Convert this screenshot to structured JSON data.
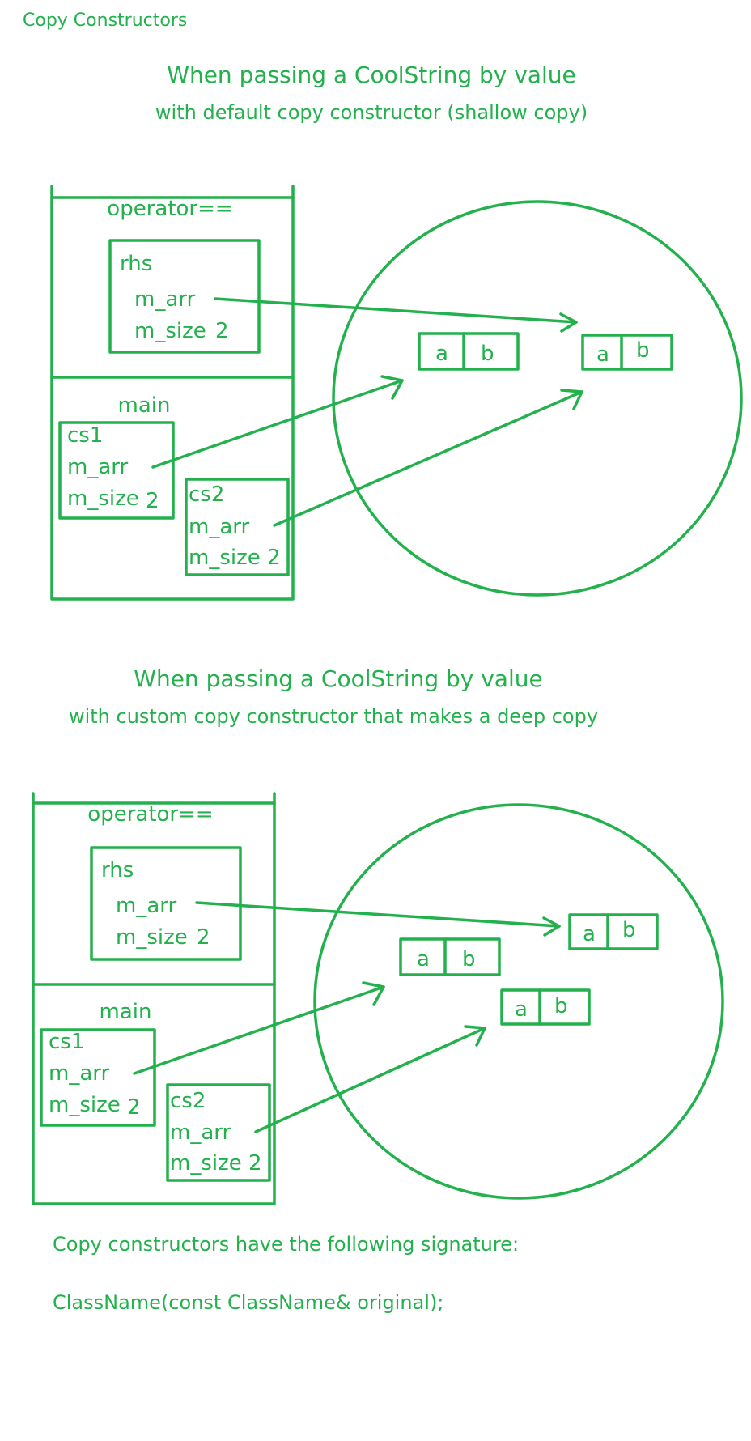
{
  "page_title": "Copy Constructors",
  "colors": {
    "ink": "#22b14c",
    "background": "#ffffff"
  },
  "diagrams": [
    {
      "heading": "When passing a CoolString by value",
      "subheading": "with default copy constructor (shallow copy)",
      "stack": {
        "operator_frame": {
          "label": "operator==",
          "object": {
            "name": "rhs",
            "field_arr": "m_arr",
            "field_size": "m_size",
            "size_value": "2"
          }
        },
        "main_frame": {
          "label": "main",
          "objects": [
            {
              "name": "cs1",
              "field_arr": "m_arr",
              "field_size": "m_size",
              "size_value": "2"
            },
            {
              "name": "cs2",
              "field_arr": "m_arr",
              "field_size": "m_size",
              "size_value": "2"
            }
          ]
        }
      },
      "heap_arrays": [
        {
          "cells": [
            "a",
            "b"
          ]
        },
        {
          "cells": [
            "a",
            "b"
          ]
        }
      ]
    },
    {
      "heading": "When passing a CoolString by value",
      "subheading": "with custom copy constructor that makes a deep copy",
      "stack": {
        "operator_frame": {
          "label": "operator==",
          "object": {
            "name": "rhs",
            "field_arr": "m_arr",
            "field_size": "m_size",
            "size_value": "2"
          }
        },
        "main_frame": {
          "label": "main",
          "objects": [
            {
              "name": "cs1",
              "field_arr": "m_arr",
              "field_size": "m_size",
              "size_value": "2"
            },
            {
              "name": "cs2",
              "field_arr": "m_arr",
              "field_size": "m_size",
              "size_value": "2"
            }
          ]
        }
      },
      "heap_arrays": [
        {
          "cells": [
            "a",
            "b"
          ]
        },
        {
          "cells": [
            "a",
            "b"
          ]
        },
        {
          "cells": [
            "a",
            "b"
          ]
        }
      ]
    }
  ],
  "footer": {
    "note": "Copy constructors have the following signature:",
    "signature": "ClassName(const ClassName& original);"
  }
}
